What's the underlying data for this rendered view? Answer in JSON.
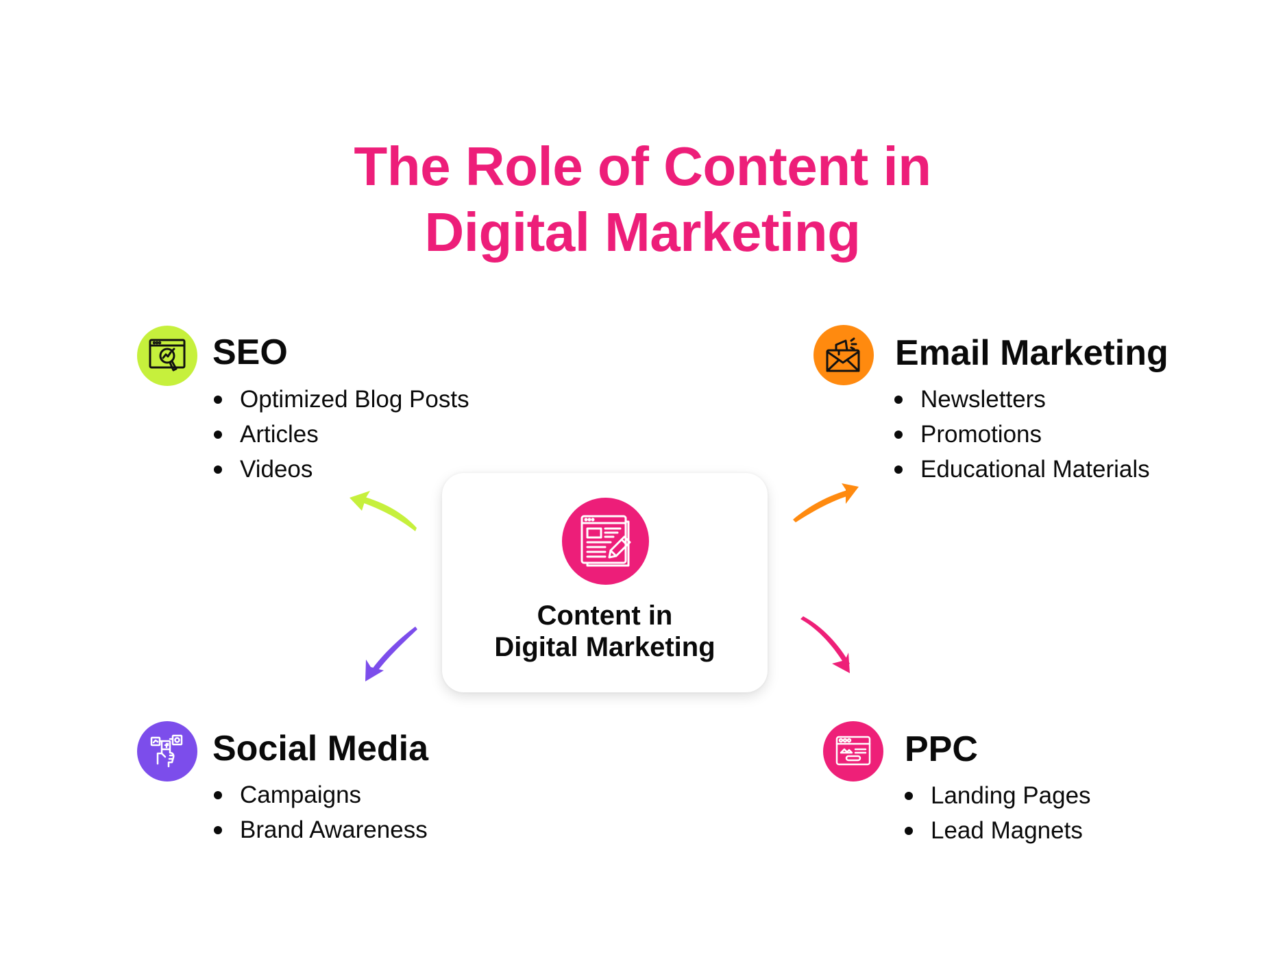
{
  "title": {
    "line1": "The Role of Content in",
    "line2": "Digital Marketing",
    "color": "#ED1E79"
  },
  "center": {
    "line1": "Content in",
    "line2": "Digital Marketing",
    "icon": "content-writing-icon",
    "color": "#ED1E79"
  },
  "nodes": {
    "seo": {
      "heading": "SEO",
      "icon": "seo-analytics-icon",
      "color": "#C6F03C",
      "items": [
        "Optimized Blog Posts",
        "Articles",
        "Videos"
      ]
    },
    "email": {
      "heading": "Email Marketing",
      "icon": "email-megaphone-icon",
      "color": "#FF8A0F",
      "items": [
        "Newsletters",
        "Promotions",
        "Educational Materials"
      ]
    },
    "social": {
      "heading": "Social Media",
      "icon": "social-media-hand-icon",
      "color": "#7C4DEB",
      "items": [
        "Campaigns",
        "Brand Awareness"
      ]
    },
    "ppc": {
      "heading": "PPC",
      "icon": "landing-page-icon",
      "color": "#EE2078",
      "items": [
        "Landing Pages",
        "Lead Magnets"
      ]
    }
  },
  "arrows": {
    "seo": "#C6F03C",
    "email": "#FF8A0F",
    "social": "#7C4DEB",
    "ppc": "#EE2078"
  }
}
